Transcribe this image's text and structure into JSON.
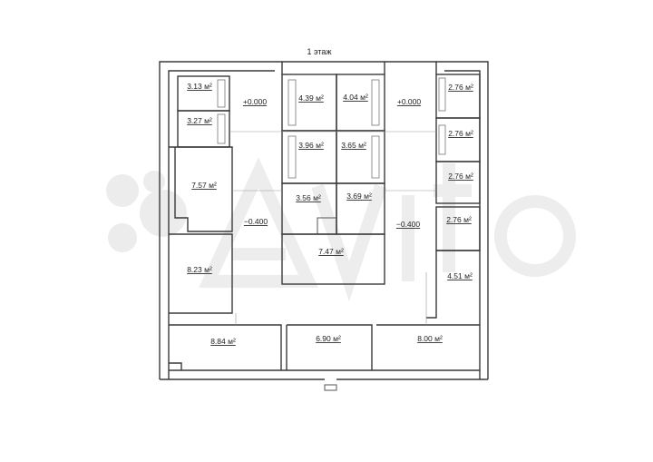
{
  "title": "1 этаж",
  "levels": [
    "+0.000",
    "+0.000",
    "−0.400",
    "−0.400"
  ],
  "rooms": [
    {
      "id": "r1",
      "label": "3.13 м²"
    },
    {
      "id": "r2",
      "label": "3.27 м²"
    },
    {
      "id": "r3",
      "label": "7.57 м²"
    },
    {
      "id": "r4",
      "label": "8.23 м²"
    },
    {
      "id": "r5",
      "label": "8.84 м²"
    },
    {
      "id": "r6",
      "label": "6.90 м²"
    },
    {
      "id": "r7",
      "label": "8.00 м²"
    },
    {
      "id": "r8",
      "label": "4.39 м²"
    },
    {
      "id": "r9",
      "label": "4.04 м²"
    },
    {
      "id": "r10",
      "label": "3.96 м²"
    },
    {
      "id": "r11",
      "label": "3.65 м²"
    },
    {
      "id": "r12",
      "label": "3.56 м²"
    },
    {
      "id": "r13",
      "label": "3.69 м²"
    },
    {
      "id": "r14",
      "label": "7.47 м²"
    },
    {
      "id": "r15",
      "label": "2.76 м²"
    },
    {
      "id": "r16",
      "label": "2.76 м²"
    },
    {
      "id": "r17",
      "label": "2.76 м²"
    },
    {
      "id": "r18",
      "label": "2.76 м²"
    },
    {
      "id": "r19",
      "label": "4.51 м²"
    }
  ]
}
